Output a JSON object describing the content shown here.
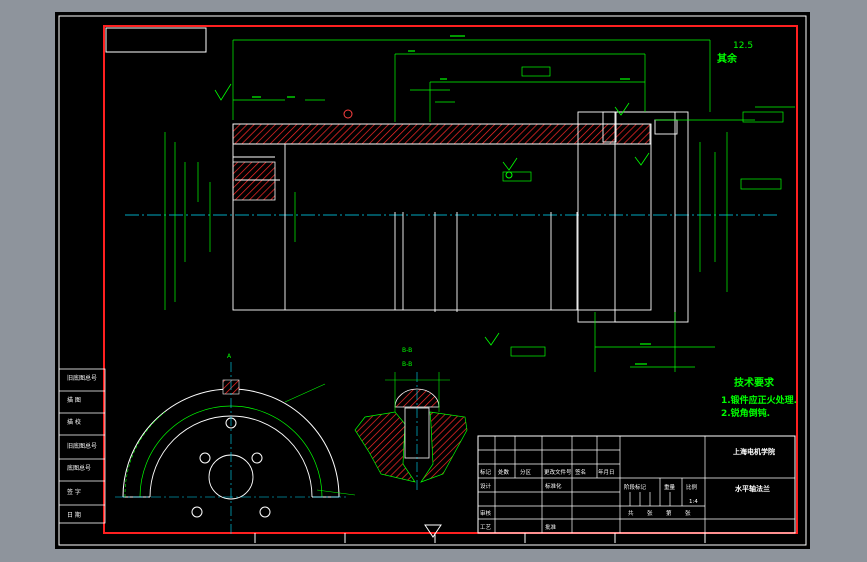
{
  "viewport": {
    "bg": "#8e949c"
  },
  "colors": {
    "border": "#ff2020",
    "line": "#ffffff",
    "dim": "#00ff00",
    "center": "#00e0ff",
    "hatch": "#ff2a2a",
    "mark": "#ff4040"
  },
  "drawing": {
    "roughness_corner": {
      "symbol": "12.5",
      "text": "其余"
    },
    "notes": {
      "title": "技术要求",
      "items": [
        "1.锻件应正火处理.",
        "2.锐角倒钝."
      ]
    },
    "section_label_a": "A",
    "section_label_b_top": "B-B",
    "section_label_b": "B-B",
    "left_table_rows": [
      "旧底图总号",
      "描  图",
      "描  校",
      "旧底图总号",
      "底图总号",
      "签  字",
      "日  期"
    ]
  },
  "title_block": {
    "company": "上海电机学院",
    "part_name": "水平轴法兰",
    "headers": [
      "标记",
      "处数",
      "分区",
      "更改文件号",
      "签名",
      "年月日"
    ],
    "row_labels": [
      "设计",
      "标准化",
      "审核",
      "工艺",
      "批准"
    ],
    "stage_headers": [
      "阶段标记",
      "重量",
      "比例"
    ],
    "scale": "1:4",
    "sheet_info": [
      "共",
      "张",
      "第",
      "张"
    ]
  }
}
